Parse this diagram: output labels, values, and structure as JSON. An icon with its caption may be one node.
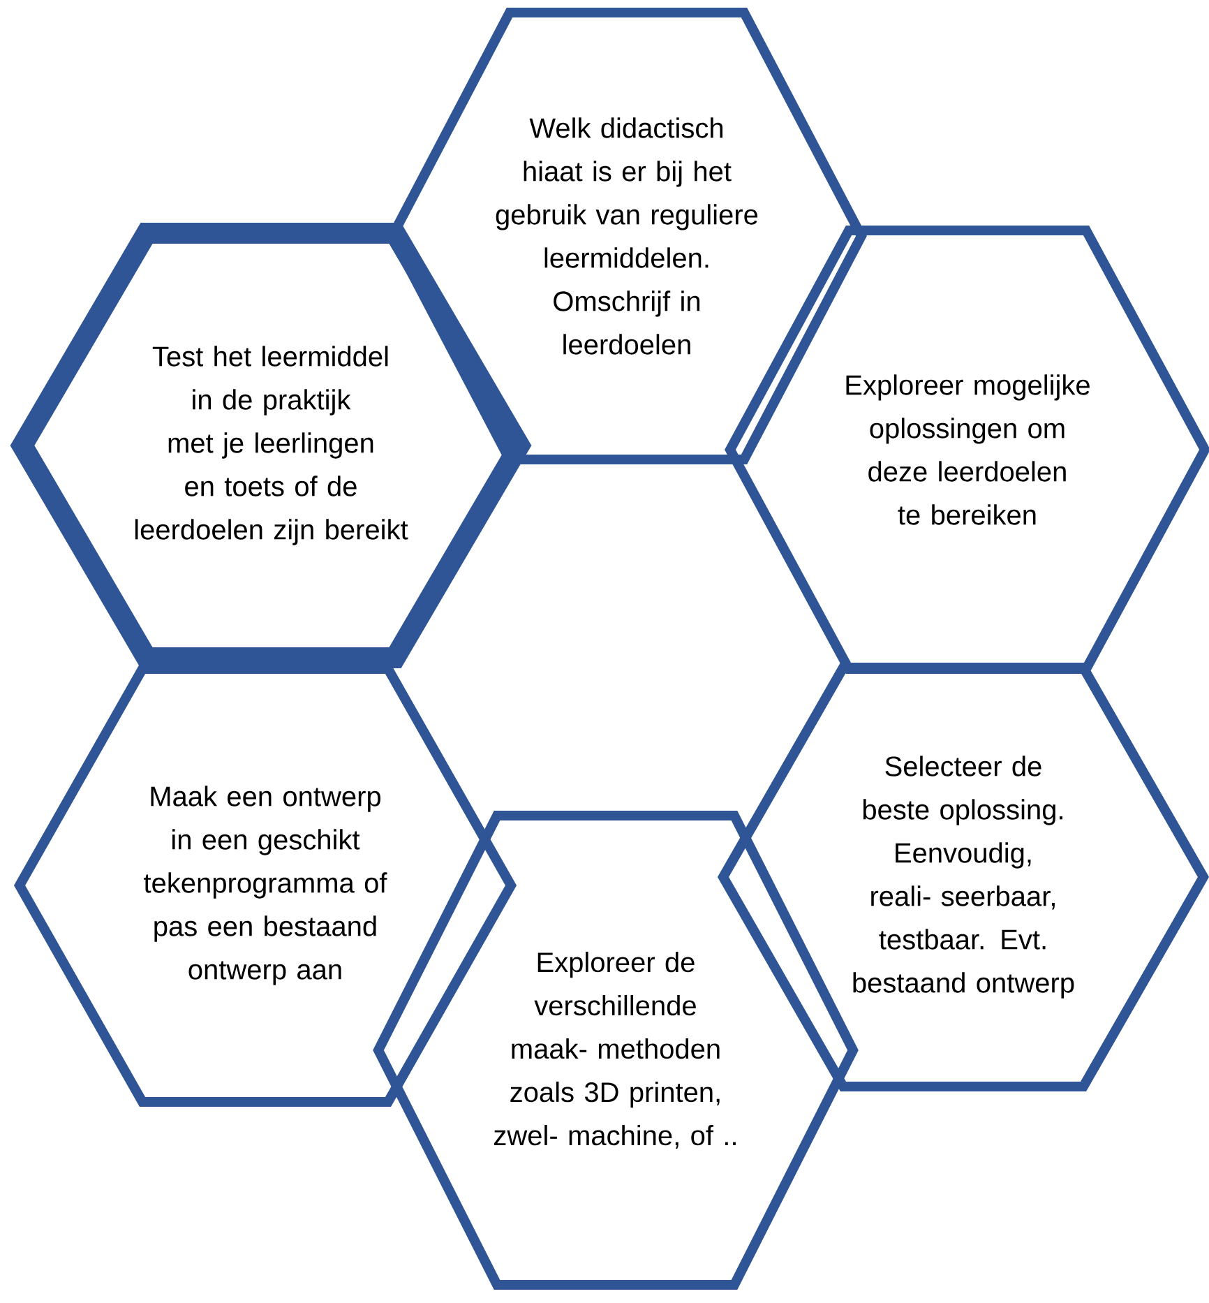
{
  "diagram": {
    "nodes": [
      {
        "text": [
          "Welk didactisch hiaat is er bij het gebruik van reguliere leermiddelen. Omschrijf in leerdoelen"
        ]
      },
      {
        "text": [
          "Test het leermiddel in de praktijk met je leerlingen en toets of de leerdoelen zijn bereikt"
        ]
      },
      {
        "text": [
          "Exploreer mogelijke oplossingen om deze leerdoelen te bereiken"
        ]
      },
      {
        "text": [
          "Maak een ontwerp in een geschikt tekenprogramma of pas een bestaand ontwerp aan"
        ]
      },
      {
        "text": [
          "Selecteer de beste oplossing. Eenvoudig, reali- seerbaar, testbaar. Evt. bestaand ontwerp"
        ]
      },
      {
        "text": [
          "Exploreer de verschillende maak- methoden zoals 3D printen, zwel- machine, of .."
        ]
      }
    ]
  }
}
